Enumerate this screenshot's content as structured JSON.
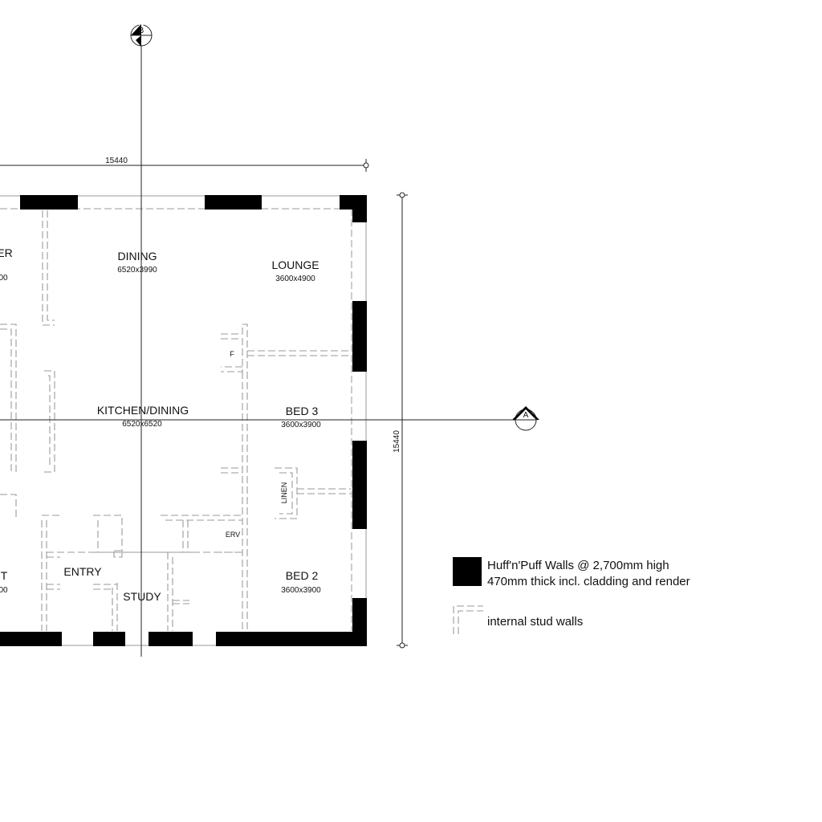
{
  "rooms": {
    "dining_partial": {
      "name": "ER",
      "dims": "00"
    },
    "dining": {
      "name": "DINING",
      "dims": "6520x3990"
    },
    "lounge": {
      "name": "LOUNGE",
      "dims": "3600x4900"
    },
    "kitchen": {
      "name": "KITCHEN/DINING",
      "dims": "6520x6520"
    },
    "bed3": {
      "name": "BED 3",
      "dims": "3600x3900"
    },
    "bed2": {
      "name": "BED 2",
      "dims": "3600x3900"
    },
    "entry": {
      "name": "ENTRY"
    },
    "study": {
      "name": "STUDY"
    },
    "left_partial": {
      "name": "T",
      "dims": "00"
    }
  },
  "labels": {
    "fridge": "F",
    "linen": "LINEN",
    "erv": "ERV"
  },
  "dimensions": {
    "horizontal": "15440",
    "vertical": "15440"
  },
  "section_markers": {
    "a": "A",
    "b": "B"
  },
  "legend": {
    "huff_line1": "Huff'n'Puff Walls @ 2,700mm high",
    "huff_line2": "470mm thick incl. cladding and render",
    "stud": "internal stud walls"
  },
  "colors": {
    "wall": "#000000",
    "stud_wall": "#9a9a9a",
    "line": "#222222"
  }
}
